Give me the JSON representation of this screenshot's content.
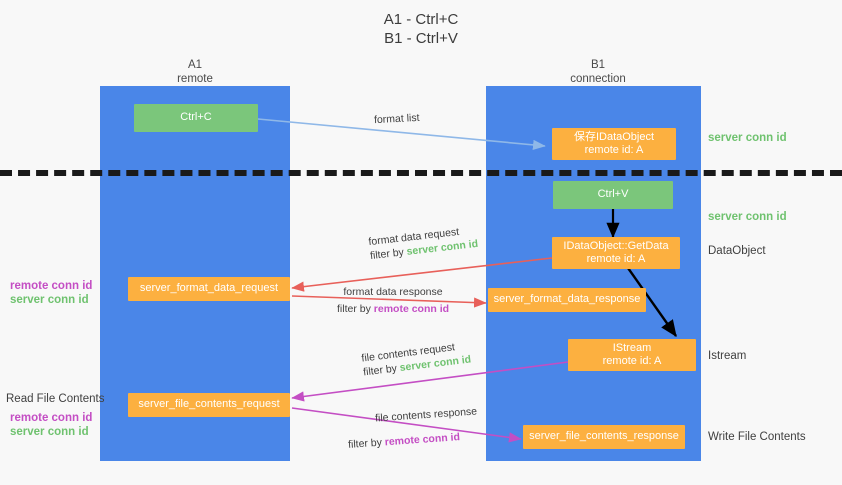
{
  "title": {
    "line1": "A1 - Ctrl+C",
    "line2": "B1 - Ctrl+V"
  },
  "colors": {
    "lane": "#4a86e8",
    "green_node": "#7bc67b",
    "orange_node": "#fcb040",
    "green_text": "#6fc26f",
    "magenta_text": "#c44ec4",
    "blue_arrow": "#8fb8e8",
    "red_arrow": "#e8605a",
    "magenta_arrow": "#c44ec4",
    "black_arrow": "#000000",
    "background": "#f8f8f8"
  },
  "columns": [
    {
      "name": "A1",
      "sub": "remote"
    },
    {
      "name": "B1",
      "sub": "connection"
    }
  ],
  "nodes": {
    "ctrl_c": {
      "line1": "Ctrl+C",
      "line2": ""
    },
    "save_dataobj": {
      "line1": "保存IDataObject",
      "line2": "remote id: A"
    },
    "ctrl_v": {
      "line1": "Ctrl+V",
      "line2": ""
    },
    "getdata": {
      "line1": "IDataObject::GetData",
      "line2": "remote id: A"
    },
    "istream": {
      "line1": "IStream",
      "line2": "remote id: A"
    },
    "fmt_req": {
      "line1": "server_format_data_request",
      "line2": ""
    },
    "fmt_resp": {
      "line1": "server_format_data_response",
      "line2": ""
    },
    "file_req": {
      "line1": "server_file_contents_request",
      "line2": ""
    },
    "file_resp": {
      "line1": "server_file_contents_response",
      "line2": ""
    }
  },
  "right_labels": {
    "server_conn_id_1": "server conn id",
    "server_conn_id_2": "server conn id",
    "dataobject": "DataObject",
    "istream": "Istream",
    "write_file_contents": "Write File Contents"
  },
  "left_labels": {
    "remote_conn_id_1": "remote conn id",
    "server_conn_id_1": "server conn id",
    "read_file_contents": "Read File Contents",
    "remote_conn_id_2": "remote conn id",
    "server_conn_id_2": "server conn id"
  },
  "edge_labels": {
    "format_list": "format list",
    "format_data_request": "format data request",
    "format_data_request_filter_prefix": "filter by ",
    "format_data_request_filter_value": "server conn id",
    "format_data_response": "format data response",
    "format_data_response_filter_prefix": "filter by ",
    "format_data_response_filter_value": "remote conn id",
    "file_contents_request": "file contents request",
    "file_contents_request_filter_prefix": "filter by ",
    "file_contents_request_filter_value": "server conn id",
    "file_contents_response": "file contents response",
    "file_contents_response_filter_prefix": "filter by ",
    "file_contents_response_filter_value": "remote conn id"
  }
}
